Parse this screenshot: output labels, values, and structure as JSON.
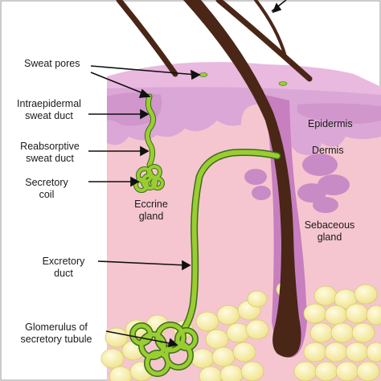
{
  "labels": {
    "sweat_pores": "Sweat pores",
    "intraepidermal_line1": "Intraepidermal",
    "intraepidermal_line2": "sweat duct",
    "reabsorptive_line1": "Reabsorptive",
    "reabsorptive_line2": "sweat duct",
    "secretory_line1": "Secretory",
    "secretory_line2": "coil",
    "eccrine_line1": "Eccrine",
    "eccrine_line2": "gland",
    "excretory_line1": "Excretory",
    "excretory_line2": "duct",
    "glomerulus_line1": "Glomerulus of",
    "glomerulus_line2": "secretory tubule",
    "epidermis": "Epidermis",
    "dermis": "Dermis",
    "sebaceous_line1": "Sebaceous",
    "sebaceous_line2": "gland"
  },
  "colors": {
    "epidermis": "#dba7d6",
    "epidermis_dark": "#c98bc5",
    "dermis": "#f5c6cf",
    "hypodermis": "#f7d2d8",
    "fat": "#f5efaa",
    "hair": "#4a2616",
    "gland": "#9acd32",
    "gland_dark": "#3b6d1a"
  }
}
